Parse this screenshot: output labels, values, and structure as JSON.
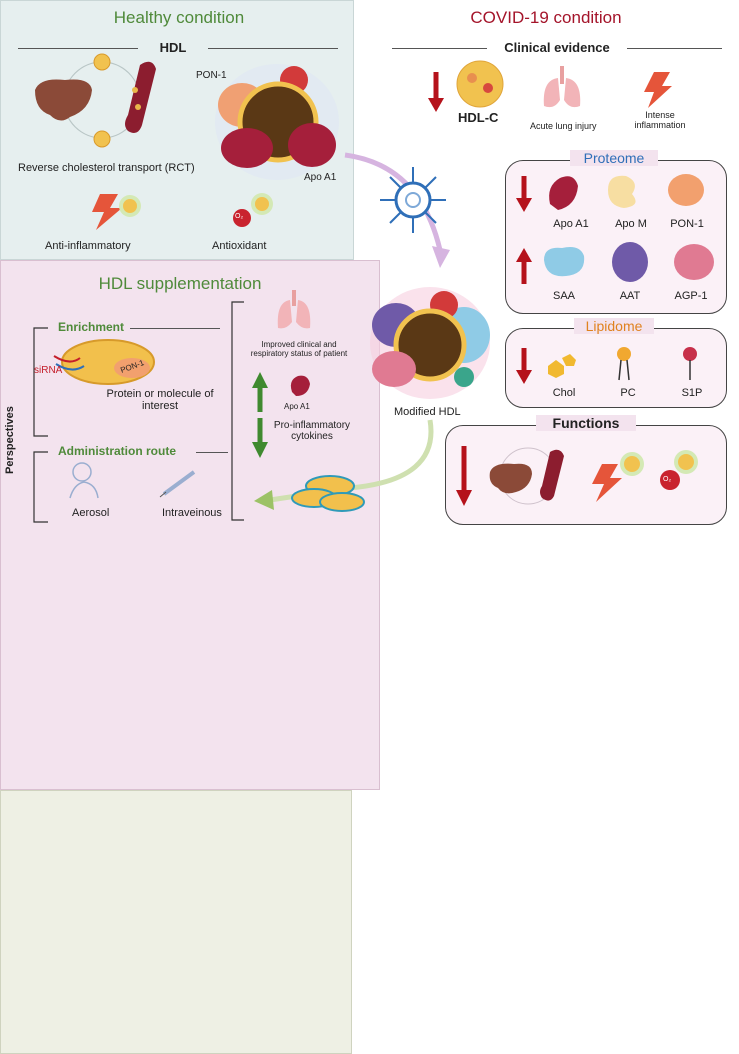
{
  "healthy": {
    "title": "Healthy condition",
    "hdl_header": "HDL",
    "rct_label": "Reverse cholesterol transport (RCT)",
    "pon1_label": "PON-1",
    "apoa1_label": "Apo A1",
    "anti_inflammatory_label": "Anti-inflammatory",
    "antioxidant_label": "Antioxidant",
    "o2_label": "O₂"
  },
  "covid": {
    "title": "COVID-19 condition",
    "clinical_header": "Clinical evidence",
    "hdlc_label": "HDL-C",
    "lung_label": "Acute lung injury",
    "inflammation_label": "Intense inflammation",
    "proteome": {
      "header": "Proteome",
      "down": [
        "Apo A1",
        "Apo M",
        "PON-1"
      ],
      "up": [
        "SAA",
        "AAT",
        "AGP-1"
      ]
    },
    "lipidome": {
      "header": "Lipidome",
      "items": [
        "Chol",
        "PC",
        "S1P"
      ]
    },
    "modified_hdl_label": "Modified HDL",
    "functions_header": "Functions",
    "o2_label": "O₂"
  },
  "supplementation": {
    "title": "HDL supplementation",
    "perspectives_label": "Perspectives",
    "enrichment_header": "Enrichment",
    "sirna_label": "siRNA",
    "pon1_label": "PON-1",
    "protein_label": "Protein or molecule of interest",
    "admin_header": "Administration route",
    "aerosol_label": "Aerosol",
    "intravenous_label": "Intraveinous",
    "improved_label": "Improved clinical and respiratory status of patient",
    "apoa1_label": "Apo A1",
    "cytokines_label": "Pro-inflammatory cytokines"
  },
  "colors": {
    "green_title": "#4f8a3a",
    "red_title": "#a4142a",
    "arrow_red": "#b5121b",
    "arrow_green": "#3f8a2f",
    "proteome_blue": "#2f6fb8",
    "lipidome_orange": "#e0821f"
  }
}
